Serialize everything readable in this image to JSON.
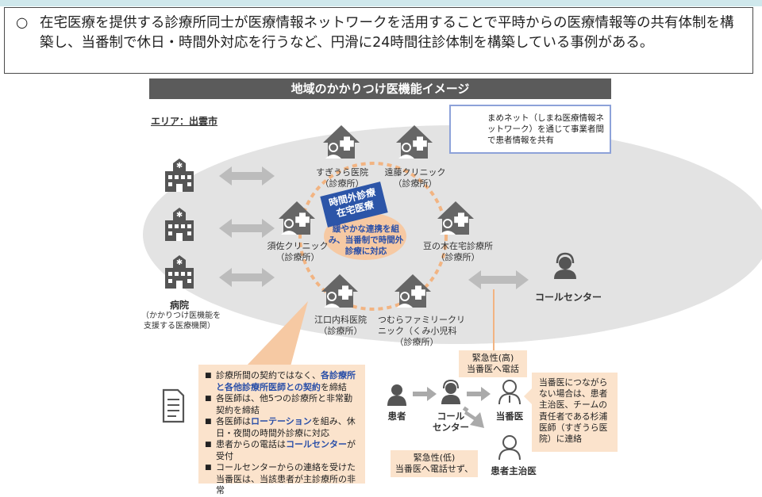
{
  "intro": {
    "bullet": "○",
    "text": "在宅医療を提供する診療所同士が医療情報ネットワークを活用することで平時からの医療情報等の共有体制を構築し、当番制で休日・時間外対応を行うなど、円滑に24時間往診体制を構築している事例がある。"
  },
  "diagram": {
    "title": "地域のかかりつけ医機能イメージ",
    "area_label": "エリア：出雲市",
    "network_note": "まめネット（しまね医療情報ネットワーク）を通じて事業者間で患者情報を共有",
    "hospital": {
      "name": "病院",
      "desc_line1": "（かかりつけ医機能を",
      "desc_line2": "支援する医療機関）"
    },
    "clinics": [
      {
        "name": "すぎうら医院",
        "type": "（診療所）"
      },
      {
        "name": "遠藤クリニック",
        "type": "（診療所）"
      },
      {
        "name": "須佐クリニック",
        "type": "（診療所）"
      },
      {
        "name": "豆の木在宅診療所",
        "type": "（診療所）"
      },
      {
        "name": "江口内科医院",
        "type": "（診療所）"
      },
      {
        "name": "つむらファミリークリ",
        "name2": "ニック（くみ小児科",
        "type": "（診療所）"
      }
    ],
    "center_tag_line1": "時間外診療",
    "center_tag_line2": "在宅医療",
    "center_text": "緩やかな連携を組み、当番制で時間外診療に対応",
    "call_center": "コールセンター",
    "details": [
      {
        "pre": "診療所間の契約ではなく、",
        "em": "各診療所と各他診療所医師との契約",
        "post": "を締結"
      },
      {
        "pre": "各医師は、他5つの診療所と非常勤契約を締結",
        "em": "",
        "post": ""
      },
      {
        "pre": "各医師は",
        "em": "ローテーション",
        "post": "を組み、休日・夜間の時間外診療に対応"
      },
      {
        "pre": "患者からの電話は",
        "em": "コールセンター",
        "post": "が受付"
      },
      {
        "pre": "コールセンターからの連絡を受けた当番医は、当該患者が主診療所の非常",
        "em": "",
        "post": ""
      }
    ],
    "flow": {
      "patient": "患者",
      "call_center_line1": "コール",
      "call_center_line2": "センター",
      "on_duty": "当番医",
      "attending": "患者主治医",
      "urgent_high_line1": "緊急性(高)",
      "urgent_high_line2": "当番医へ電話",
      "urgent_low_line1": "緊急性(低)",
      "urgent_low_line2": "当番医へ電話せず、",
      "fallback_note": "当番医につながらない場合は、患者主治医、チームの責任者である杉浦医師（すぎうら医院）に連絡"
    }
  }
}
